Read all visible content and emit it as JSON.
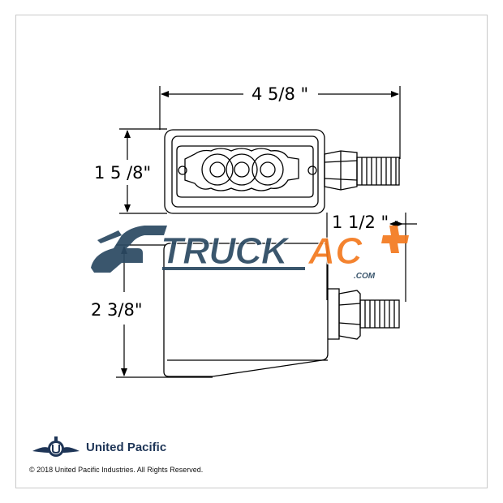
{
  "dimensions": {
    "width": "4 5/8 \"",
    "height_top": "1 5 /8\"",
    "depth": "1 1/2 \"",
    "height_side": "2 3/8\""
  },
  "watermark": {
    "text": "TruckAC+",
    "sub": ".COM",
    "colors": {
      "navy": "#2c4a63",
      "orange": "#f47a20"
    }
  },
  "brand": {
    "name": "United Pacific",
    "copyright": "© 2018 United Pacific Industries. All Rights Reserved."
  }
}
